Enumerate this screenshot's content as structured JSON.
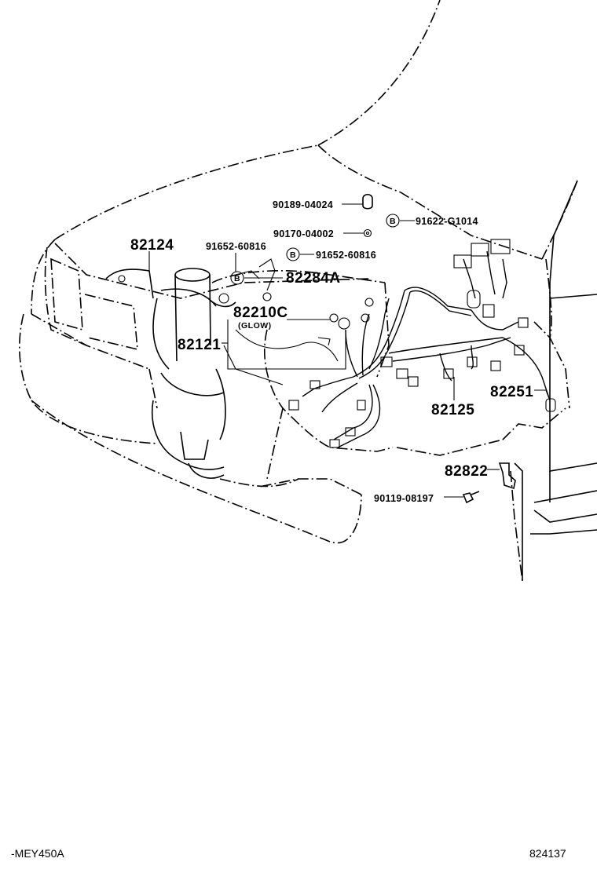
{
  "diagram_code": "-MEY450A",
  "figure_number": "824137",
  "callouts": {
    "c90189": "90189-04024",
    "c91622": "91622-G1014",
    "c90170": "90170-04002",
    "c82124": "82124",
    "c91652a": "91652-60816",
    "c91652b": "91652-60816",
    "c82284": "82284A",
    "c82210": "82210C",
    "glow": "(GLOW)",
    "c82121": "82121",
    "c82125": "82125",
    "c82251": "82251",
    "c82822": "82822",
    "c90119": "90119-08197",
    "mark_b1": "B",
    "mark_b2": "B",
    "mark_b3": "B"
  }
}
